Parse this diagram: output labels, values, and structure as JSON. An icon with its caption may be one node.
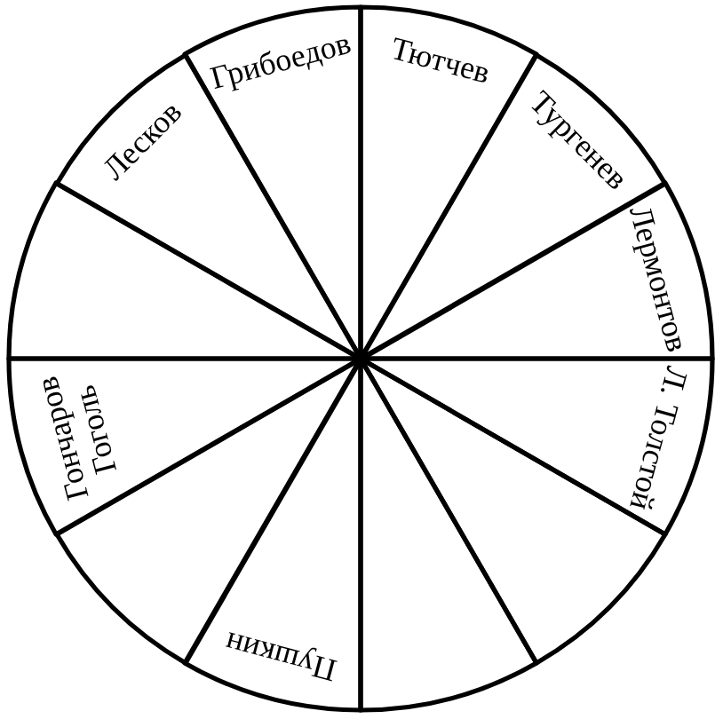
{
  "diagram": {
    "nodes": [
      {
        "text": [
          "Тютчев"
        ]
      },
      {
        "text": [
          "Тургенев"
        ]
      },
      {
        "text": [
          "Лермонтов"
        ]
      },
      {
        "text": [
          "Л. Толстой"
        ]
      },
      {
        "text": [],
        "shape": "sector"
      },
      {
        "text": [],
        "shape": "sector"
      },
      {
        "text": [
          "Пушкин"
        ]
      },
      {
        "text": [],
        "shape": "sector"
      },
      {
        "text": [
          "Гончаров",
          "Гоголь"
        ]
      },
      {
        "text": [],
        "shape": "sector"
      },
      {
        "text": [
          "Лесков"
        ]
      },
      {
        "text": [
          "Грибоедов"
        ]
      }
    ]
  }
}
